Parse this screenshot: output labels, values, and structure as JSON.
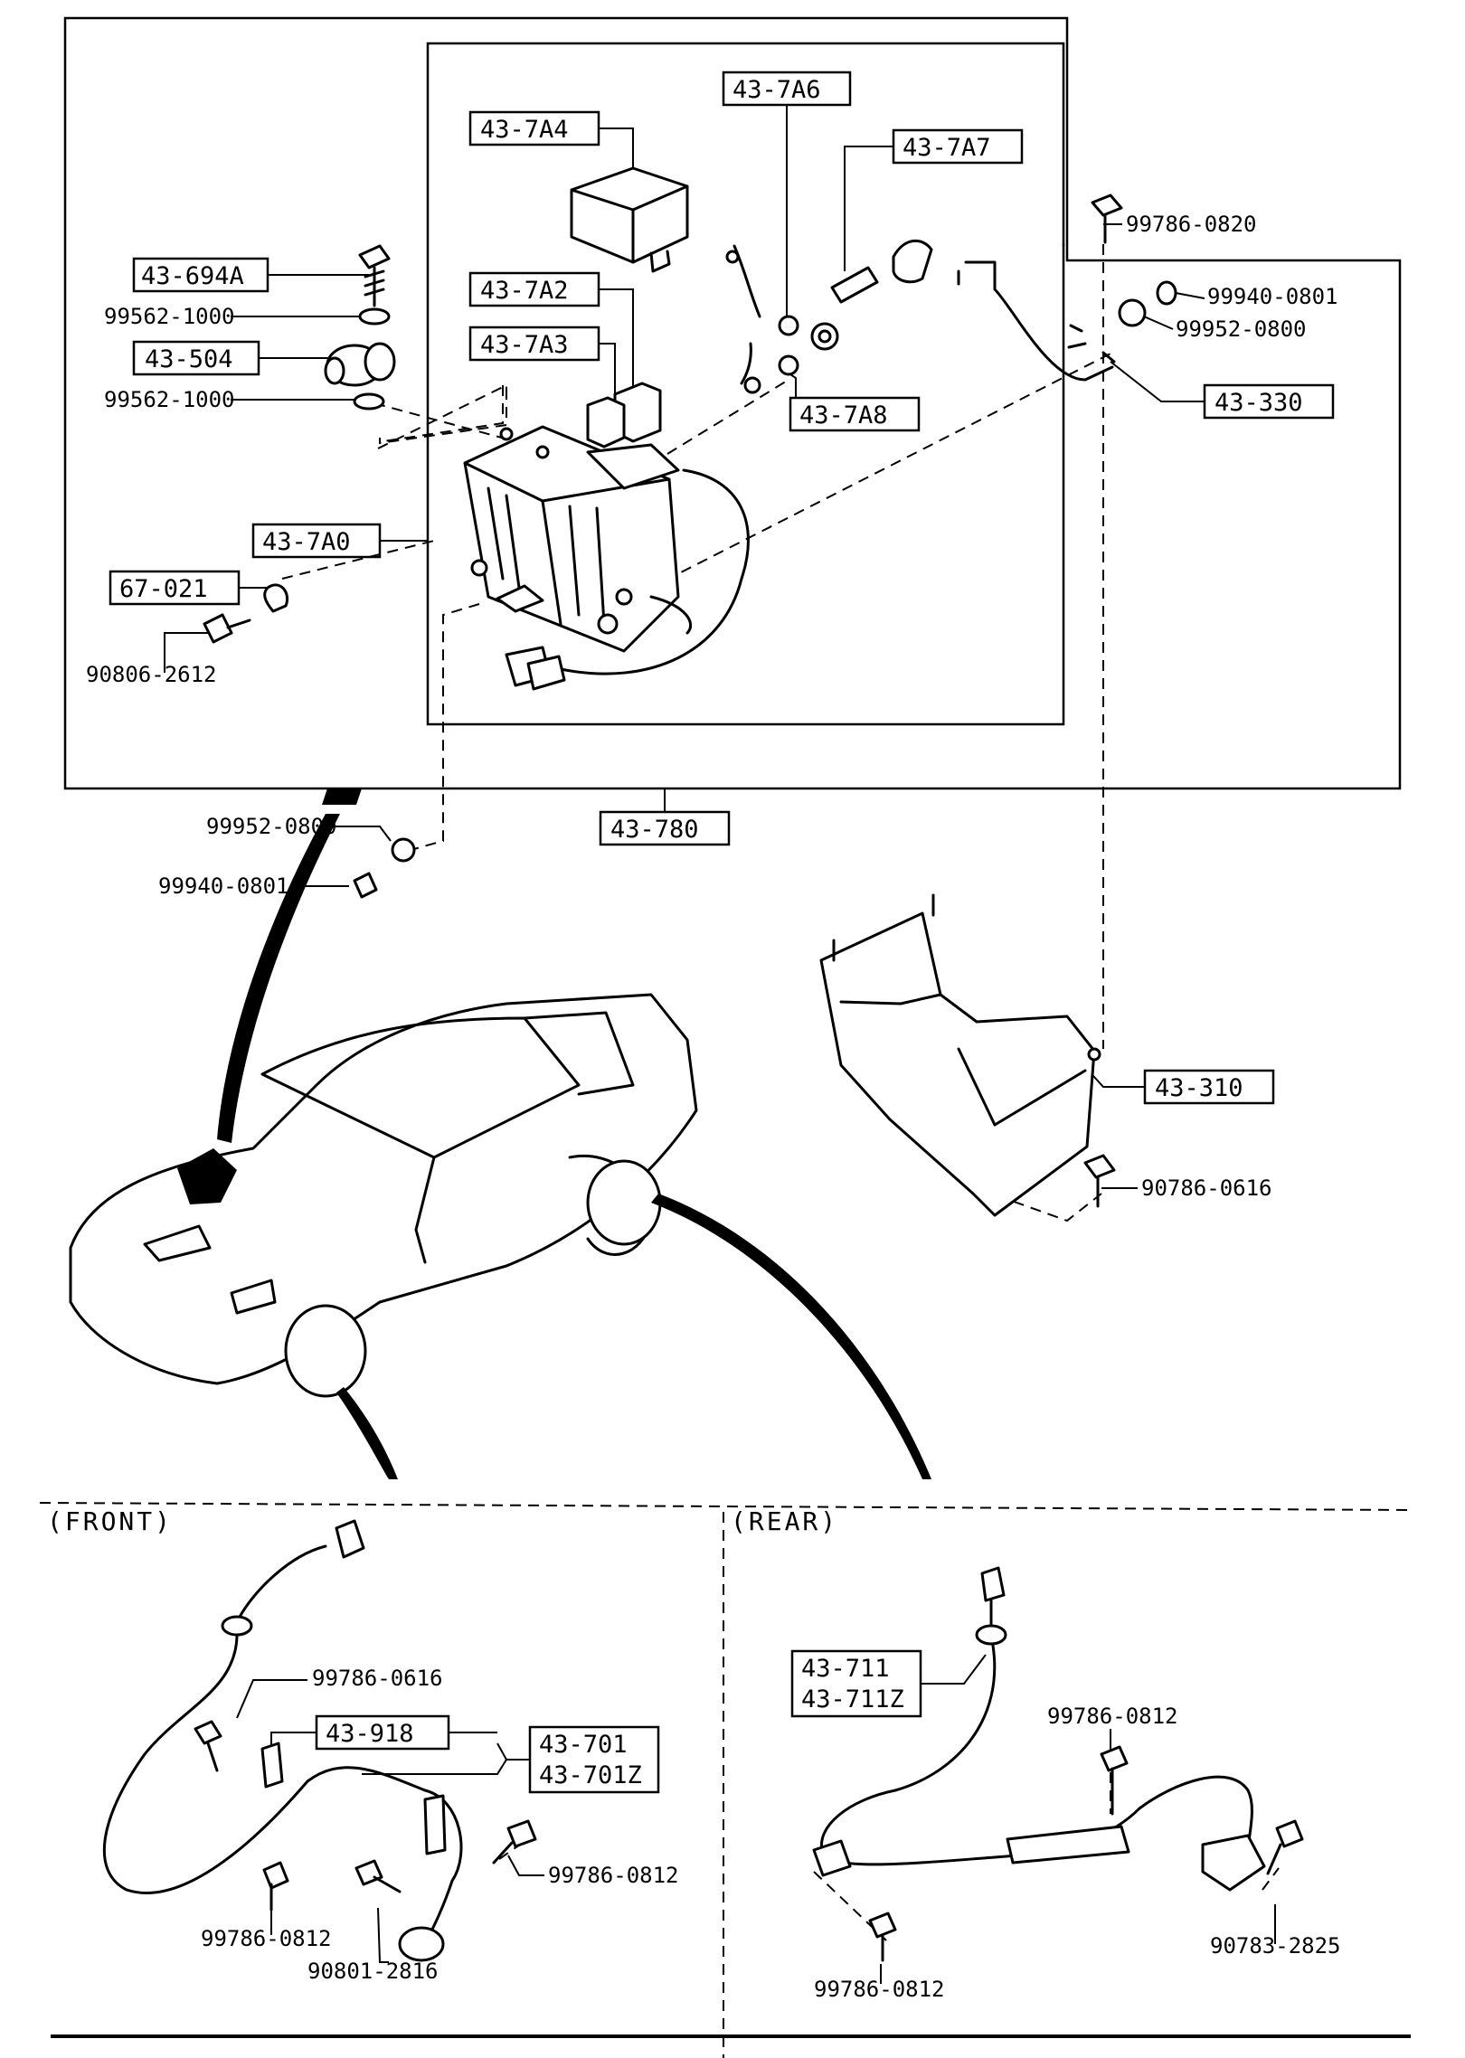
{
  "part_numbers": {
    "hu_cover": "43-7A4",
    "relay_a": "43-7A2",
    "relay_b": "43-7A3",
    "bolt_a6": "43-7A6",
    "sleeve_a7": "43-7A7",
    "nut_a8": "43-7A8",
    "hu_assy": "43-7A0",
    "clip_67": "67-021",
    "bolt_694a": "43-694A",
    "ins_504": "43-504",
    "washer_top": "99562-1000",
    "washer_bot": "99562-1000",
    "bolt_90806": "90806-2612",
    "bolt_0820": "99786-0820",
    "nut_0801_top": "99940-0801",
    "washer_0800_top": "99952-0800",
    "bracket_330": "43-330",
    "assy_780": "43-780",
    "washer_0800_mid": "99952-0800",
    "nut_0801_mid": "99940-0801",
    "bracket_310": "43-310",
    "bolt_0616_right": "90786-0616",
    "front_header": "(FRONT)",
    "rear_header": "(REAR)",
    "front_bolt_0616": "99786-0616",
    "clip_918": "43-918",
    "sensor_701": "43-701",
    "sensor_701z": "43-701Z",
    "front_bolt_0812_right": "99786-0812",
    "front_bolt_0812_bottom": "99786-0812",
    "front_bolt_2816": "90801-2816",
    "sensor_711": "43-711",
    "sensor_711z": "43-711Z",
    "rear_bolt_0812_top": "99786-0812",
    "rear_bolt_0812_bottom": "99786-0812",
    "rear_bolt_2825": "90783-2825"
  }
}
